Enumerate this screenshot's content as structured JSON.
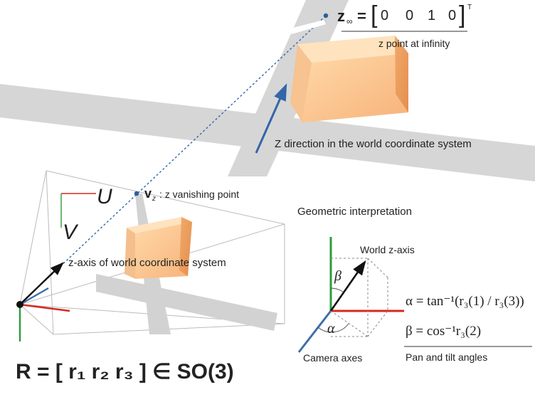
{
  "top_equation": {
    "lhs": "z",
    "sub": "∞",
    "eq": "=",
    "vector": [
      "0",
      "0",
      "1",
      "0"
    ],
    "sup": "T",
    "caption": "z point at infinity"
  },
  "labels": {
    "z_direction": "Z direction in the world coordinate system",
    "vanishing_symbol": "v",
    "vanishing_sub": "z",
    "vanishing_text": ": z vanishing point",
    "axis_u": "U",
    "axis_v": "V",
    "zaxis_world": "z-axis of world coordinate system",
    "geometric_title": "Geometric interpretation",
    "world_z": "World z-axis",
    "beta": "β",
    "alpha": "α",
    "camera_axes": "Camera axes",
    "pan_tilt": "Pan and tilt angles"
  },
  "equations": {
    "alpha_line": "α = tan⁻¹(r₃(1) / r₃(3))",
    "beta_line": "β = cos⁻¹r₃(2)"
  },
  "rotation": {
    "text": "R = [ r₁   r₂   r₃ ] ∈ SO(3)"
  },
  "colors": {
    "red_axis": "#d6281d",
    "green_axis": "#2e9c3a",
    "blue_axis": "#3d6fa8",
    "dotted_line": "#3466a8",
    "box_light": "#ffd9a8",
    "box_mid": "#f9b878",
    "box_dark": "#e0995a",
    "road": "#d5d5d5"
  }
}
